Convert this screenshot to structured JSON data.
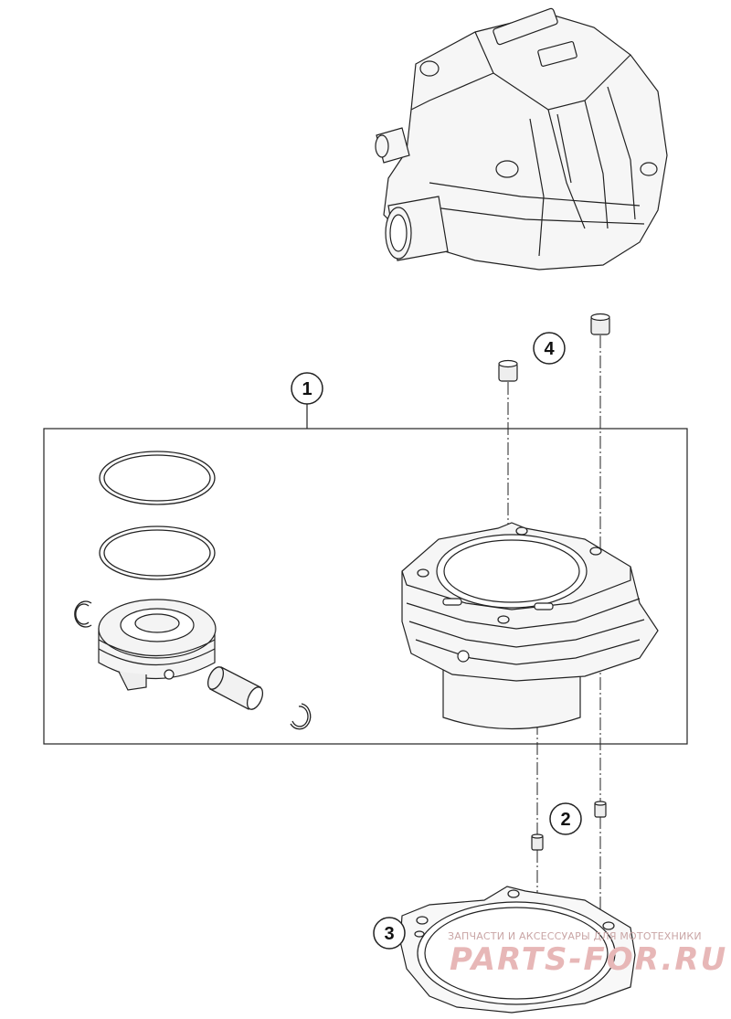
{
  "callouts": [
    {
      "id": "1",
      "label": "1"
    },
    {
      "id": "2",
      "label": "2"
    },
    {
      "id": "3",
      "label": "3"
    },
    {
      "id": "4",
      "label": "4"
    }
  ],
  "watermark": {
    "tagline": "ЗАПЧАСТИ И АКСЕССУАРЫ ДЛЯ МОТОТЕХНИКИ",
    "brand": "PARTS-FOR.RU"
  },
  "colors": {
    "line": "#222222",
    "part_fill": "#f4f4f4",
    "watermark": "#e7b7b7"
  }
}
